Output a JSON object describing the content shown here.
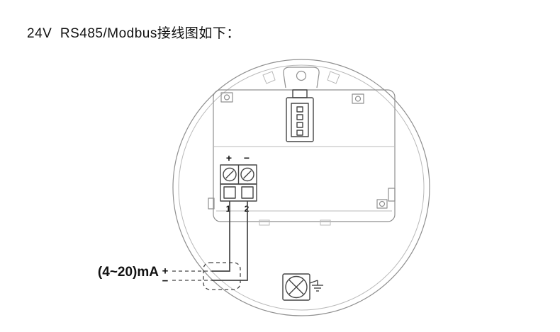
{
  "title": "24V  RS485/Modbus接线图如下：",
  "diagram": {
    "terminal_polarity_plus": "+",
    "terminal_polarity_minus": "−",
    "terminal_1_label": "1",
    "terminal_2_label": "2",
    "loop_label": "(4~20)mA",
    "loop_plus": "+",
    "loop_minus": "−"
  },
  "colors": {
    "background": "#ffffff",
    "housing_line": "#8f8f8f",
    "housing_line_light": "#b9b9b9",
    "component_line": "#454545",
    "text": "#111111"
  }
}
